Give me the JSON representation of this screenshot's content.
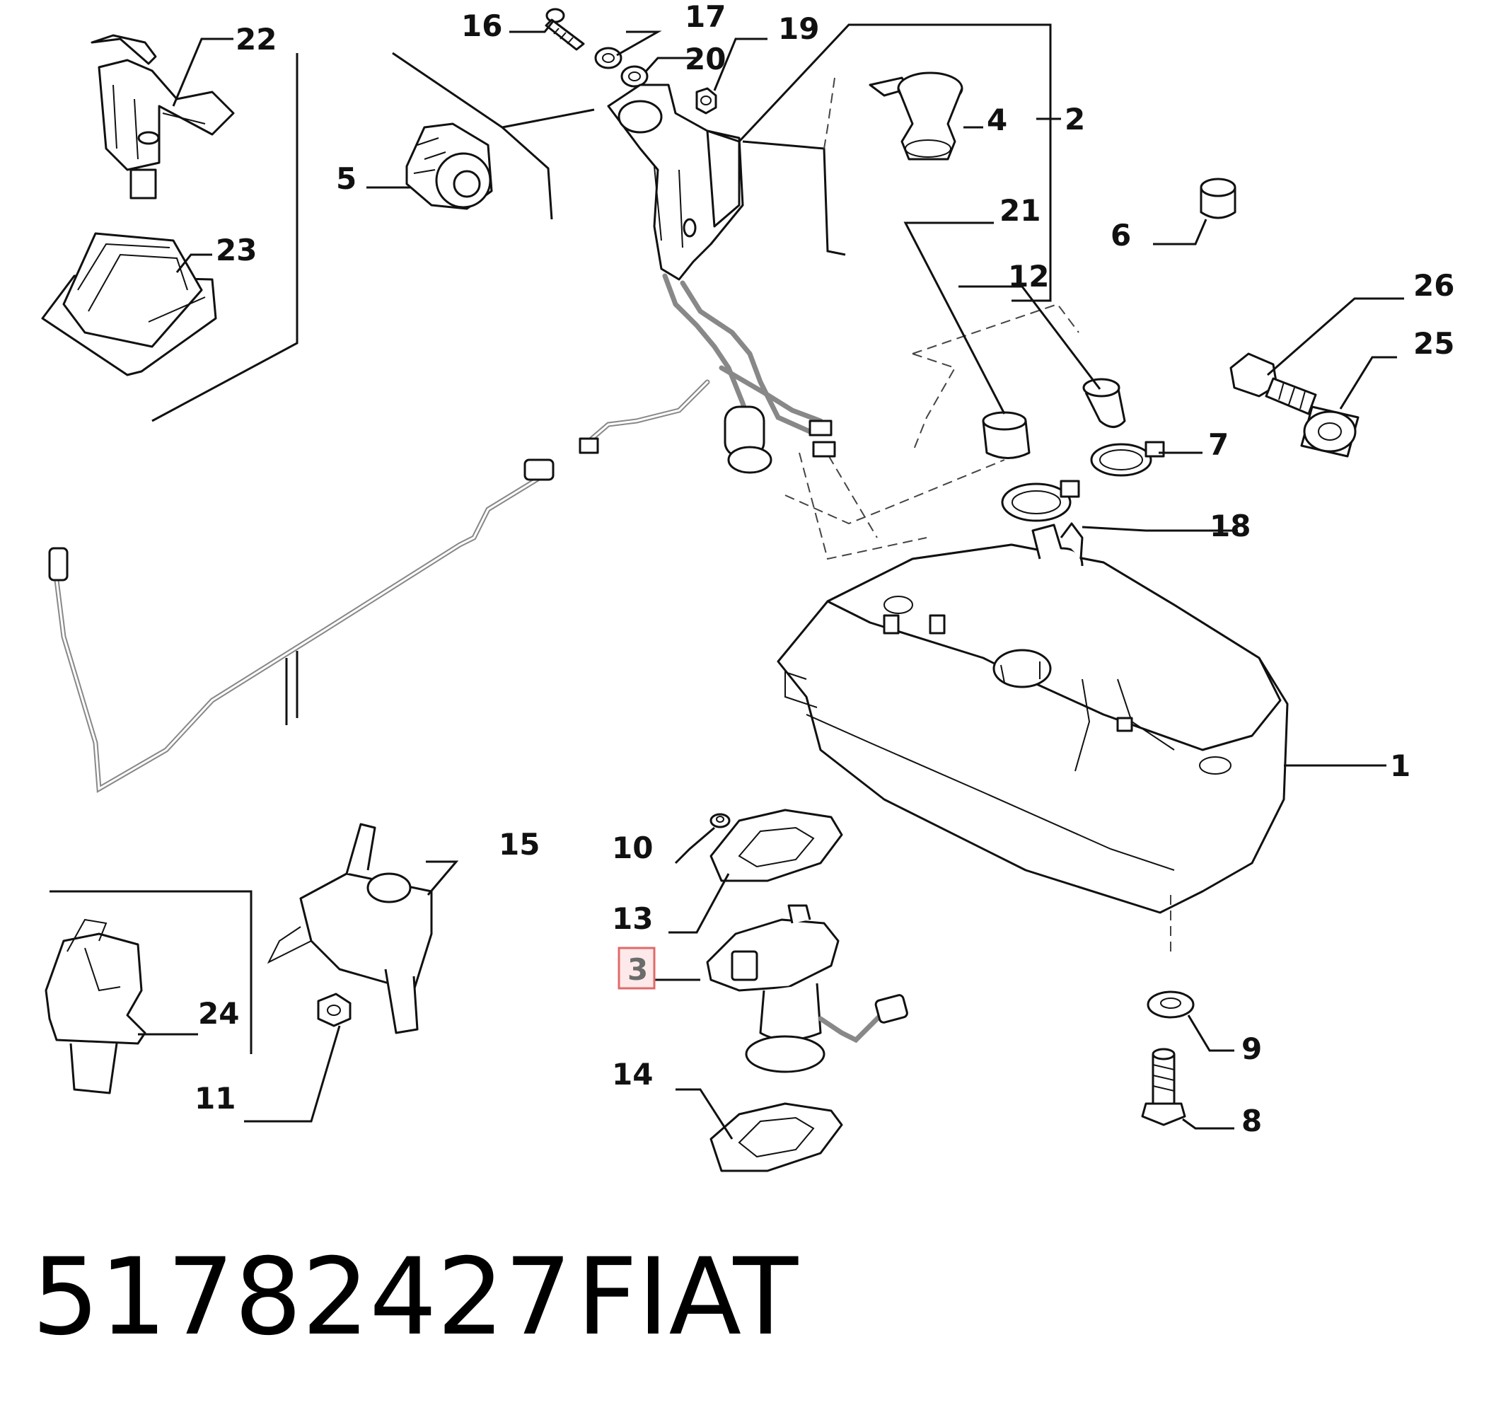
{
  "callouts": {
    "c1": "1",
    "c2": "2",
    "c3": "3",
    "c4": "4",
    "c5": "5",
    "c6": "6",
    "c7": "7",
    "c8": "8",
    "c9": "9",
    "c10": "10",
    "c11": "11",
    "c12": "12",
    "c13": "13",
    "c14": "14",
    "c15": "15",
    "c16": "16",
    "c17": "17",
    "c18": "18",
    "c19": "19",
    "c20": "20",
    "c21": "21",
    "c22": "22",
    "c23": "23",
    "c24": "24",
    "c25": "25",
    "c26": "26"
  },
  "highlighted_callout": "3",
  "highlight_color": "#e06a6a",
  "caption": {
    "part_number": "51782427",
    "brand": "FIAT"
  }
}
